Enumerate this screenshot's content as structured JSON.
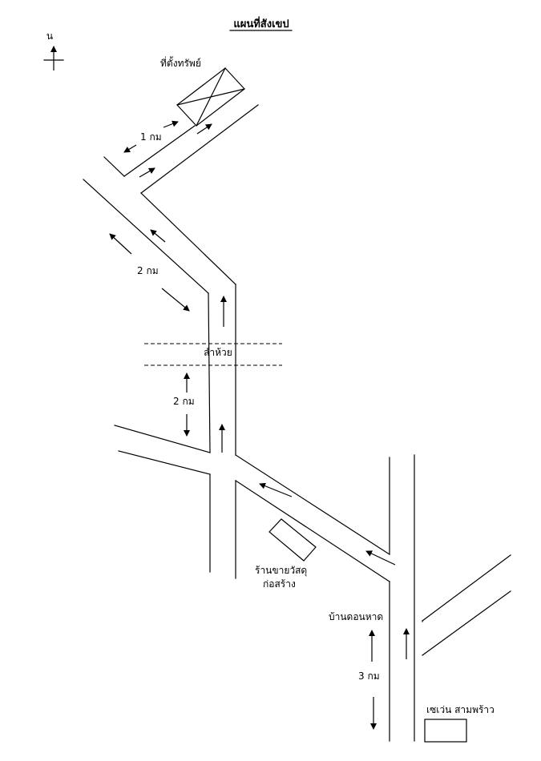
{
  "map": {
    "title": "แผนที่สังเขป",
    "north_label": "น",
    "labels": {
      "property": "ที่ตั้งทรัพย์",
      "dist_1km": "1 กม",
      "dist_2km_upper": "2 กม",
      "creek": "ลำห้วย",
      "dist_2km_lower": "2 กม",
      "hardware_store_line1": "ร้านขายวัสดุ",
      "hardware_store_line2": "ก่อสร้าง",
      "village": "บ้านดอนหาด",
      "dist_3km": "3 กม",
      "seven_eleven": "เซเว่น สามพร้าว"
    }
  }
}
